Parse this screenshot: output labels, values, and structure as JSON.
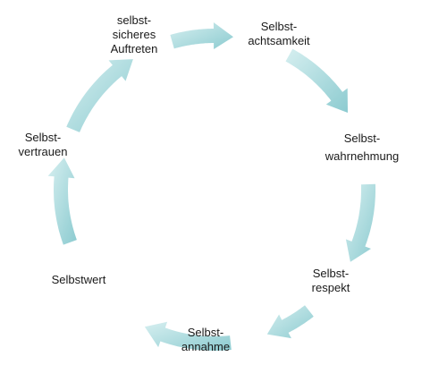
{
  "diagram": {
    "type": "cycle",
    "nodes": [
      {
        "lines": [
          "selbst-",
          "sicheres",
          "Auftreten"
        ]
      },
      {
        "lines": [
          "Selbst-",
          "achtsamkeit"
        ]
      },
      {
        "lines": [
          "Selbst-",
          "wahrnehmung"
        ]
      },
      {
        "lines": [
          "Selbst-",
          "respekt"
        ]
      },
      {
        "lines": [
          "Selbst-",
          "annahme"
        ]
      },
      {
        "lines": [
          "Selbstwert"
        ]
      },
      {
        "lines": [
          "Selbst-",
          "vertrauen"
        ]
      }
    ],
    "edges": [
      {
        "from": "selbstsicheres Auftreten",
        "to": "Selbstachtsamkeit"
      },
      {
        "from": "Selbstachtsamkeit",
        "to": "Selbstwahrnehmung"
      },
      {
        "from": "Selbstwahrnehmung",
        "to": "Selbstrespekt"
      },
      {
        "from": "Selbstrespekt",
        "to": "Selbstannahme"
      },
      {
        "from": "Selbstannahme",
        "to": "Selbstwert"
      },
      {
        "from": "Selbstwert",
        "to": "Selbstvertrauen"
      },
      {
        "from": "Selbstvertrauen",
        "to": "selbstsicheres Auftreten"
      }
    ],
    "colors": {
      "arrow_light": "#d6eff0",
      "arrow_dark": "#8ccbd0",
      "text": "#1a1a1a"
    }
  }
}
